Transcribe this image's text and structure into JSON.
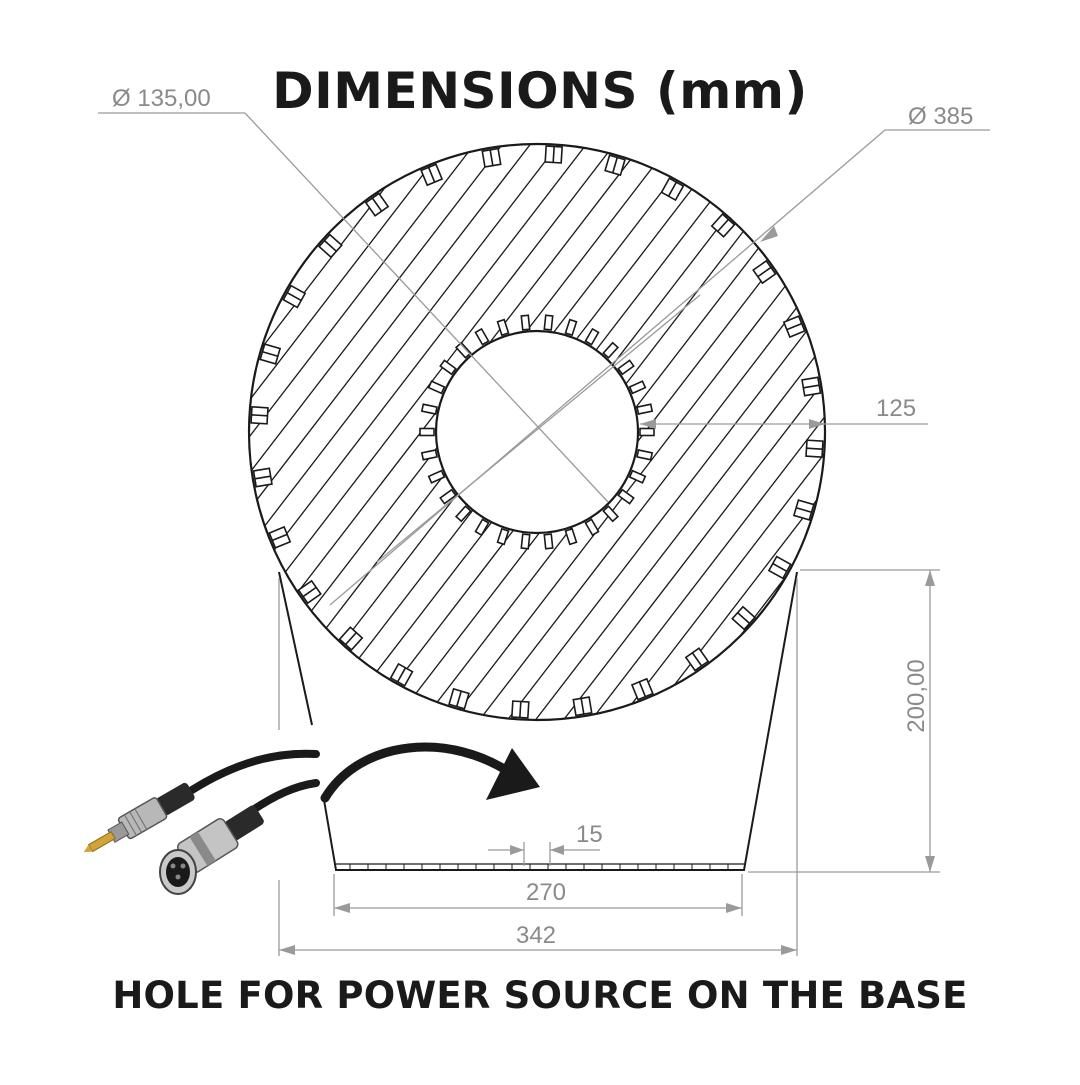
{
  "title": "DIMENSIONS (mm)",
  "caption": "HOLE FOR POWER SOURCE ON THE BASE",
  "dimensions": {
    "inner_diameter": "Ø 135,00",
    "outer_diameter": "Ø 385",
    "radius_offset": "125",
    "height": "200,00",
    "hole_width": "15",
    "base_inner_width": "270",
    "base_outer_width": "342"
  },
  "icons": {
    "arrow": "curved-arrow-icon",
    "cable": "xlr-jack-cable-icon"
  },
  "colors": {
    "text": "#1a1a1a",
    "drawing": "#1a1a1a",
    "dimension": "#8a8a8a"
  }
}
